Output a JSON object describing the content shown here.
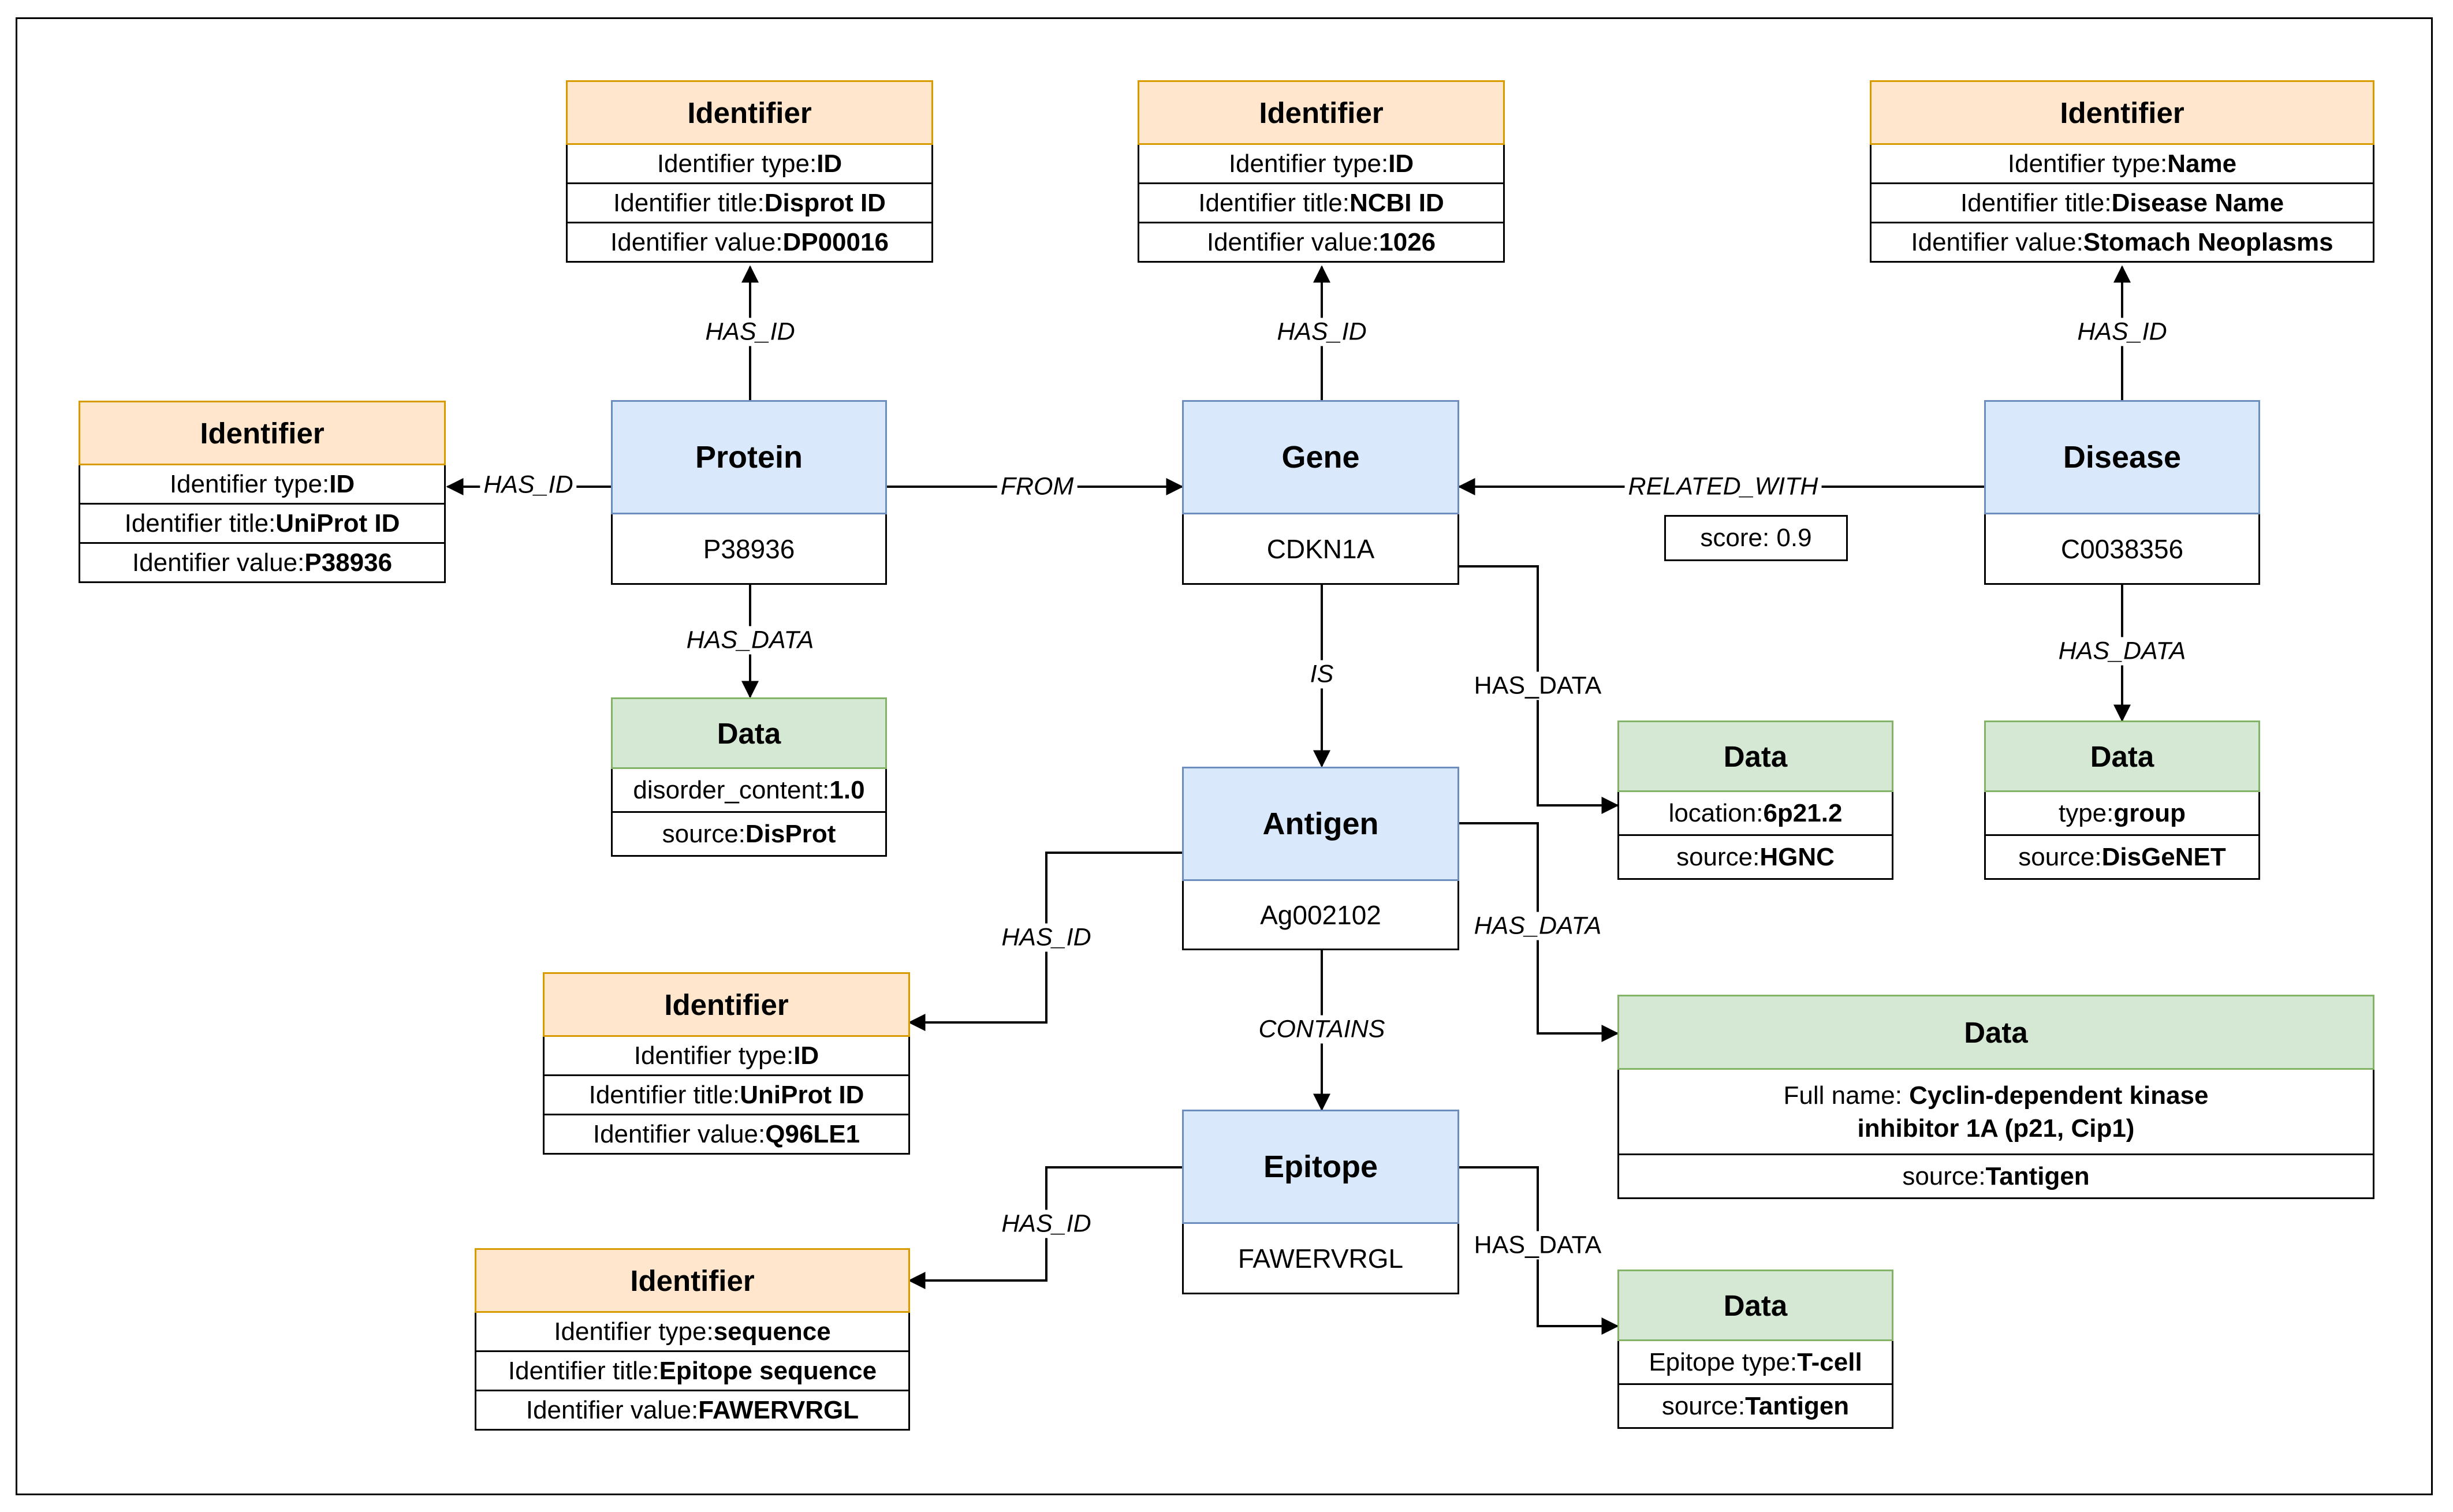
{
  "diagram": {
    "entities": {
      "protein": {
        "title": "Protein",
        "value": "P38936"
      },
      "gene": {
        "title": "Gene",
        "value": "CDKN1A"
      },
      "disease": {
        "title": "Disease",
        "value": "C0038356"
      },
      "antigen": {
        "title": "Antigen",
        "value": "Ag002102"
      },
      "epitope": {
        "title": "Epitope",
        "value": "FAWERVRGL"
      }
    },
    "identifiers": {
      "protein_disprot": {
        "title": "Identifier",
        "type_label": "Identifier type: ",
        "type_value": "ID",
        "title_label": "Identifier title: ",
        "title_value": "Disprot ID",
        "value_label": "Identifier value: ",
        "value_value": "DP00016"
      },
      "gene_ncbi": {
        "title": "Identifier",
        "type_label": "Identifier type: ",
        "type_value": "ID",
        "title_label": "Identifier title: ",
        "title_value": "NCBI ID",
        "value_label": "Identifier value: ",
        "value_value": "1026"
      },
      "disease_name": {
        "title": "Identifier",
        "type_label": "Identifier type: ",
        "type_value": "Name",
        "title_label": "Identifier title: ",
        "title_value": "Disease Name",
        "value_label": "Identifier value: ",
        "value_value": "Stomach Neoplasms"
      },
      "protein_uniprot": {
        "title": "Identifier",
        "type_label": "Identifier type: ",
        "type_value": "ID",
        "title_label": "Identifier title: ",
        "title_value": "UniProt ID",
        "value_label": "Identifier value: ",
        "value_value": "P38936"
      },
      "antigen_uniprot": {
        "title": "Identifier",
        "type_label": "Identifier type: ",
        "type_value": "ID",
        "title_label": "Identifier title: ",
        "title_value": "UniProt ID",
        "value_label": "Identifier value: ",
        "value_value": "Q96LE1"
      },
      "epitope_seq": {
        "title": "Identifier",
        "type_label": "Identifier type: ",
        "type_value": "sequence",
        "title_label": "Identifier title: ",
        "title_value": "Epitope sequence",
        "value_label": "Identifier value: ",
        "value_value": "FAWERVRGL"
      }
    },
    "data_nodes": {
      "protein_data": {
        "title": "Data",
        "r1_label": "disorder_content: ",
        "r1_value": "1.0",
        "r2_label": "source: ",
        "r2_value": "DisProt"
      },
      "gene_data": {
        "title": "Data",
        "r1_label": "location: ",
        "r1_value": "6p21.2",
        "r2_label": "source: ",
        "r2_value": "HGNC"
      },
      "disease_data": {
        "title": "Data",
        "r1_label": "type: ",
        "r1_value": "group",
        "r2_label": "source: ",
        "r2_value": "DisGeNET"
      },
      "antigen_data": {
        "title": "Data",
        "r1_label": "Full name: ",
        "r1_value": "Cyclin-dependent kinase inhibitor 1A (p21, Cip1)",
        "r2_label": "source: ",
        "r2_value": "Tantigen"
      },
      "epitope_data": {
        "title": "Data",
        "r1_label": "Epitope type:",
        "r1_value": "T-cell",
        "r2_label": "source: ",
        "r2_value": "Tantigen"
      }
    },
    "edge_labels": {
      "protein_has_id_top": "HAS_ID",
      "gene_has_id": "HAS_ID",
      "disease_has_id": "HAS_ID",
      "protein_has_id_left": "HAS_ID",
      "from": "FROM",
      "related_with": "RELATED_WITH",
      "score": "score: 0.9",
      "protein_has_data": "HAS_DATA",
      "is": "IS",
      "gene_has_data": "HAS_DATA",
      "disease_has_data": "HAS_DATA",
      "antigen_has_id": "HAS_ID",
      "antigen_has_data": "HAS_DATA",
      "contains": "CONTAINS",
      "epitope_has_id": "HAS_ID",
      "epitope_has_data": "HAS_DATA"
    },
    "colors": {
      "identifier_fill": "#ffe6cc",
      "identifier_stroke": "#d79b00",
      "data_fill": "#d5e8d4",
      "data_stroke": "#82b366",
      "entity_fill": "#dae8fc",
      "entity_stroke": "#6c8ebf"
    }
  }
}
